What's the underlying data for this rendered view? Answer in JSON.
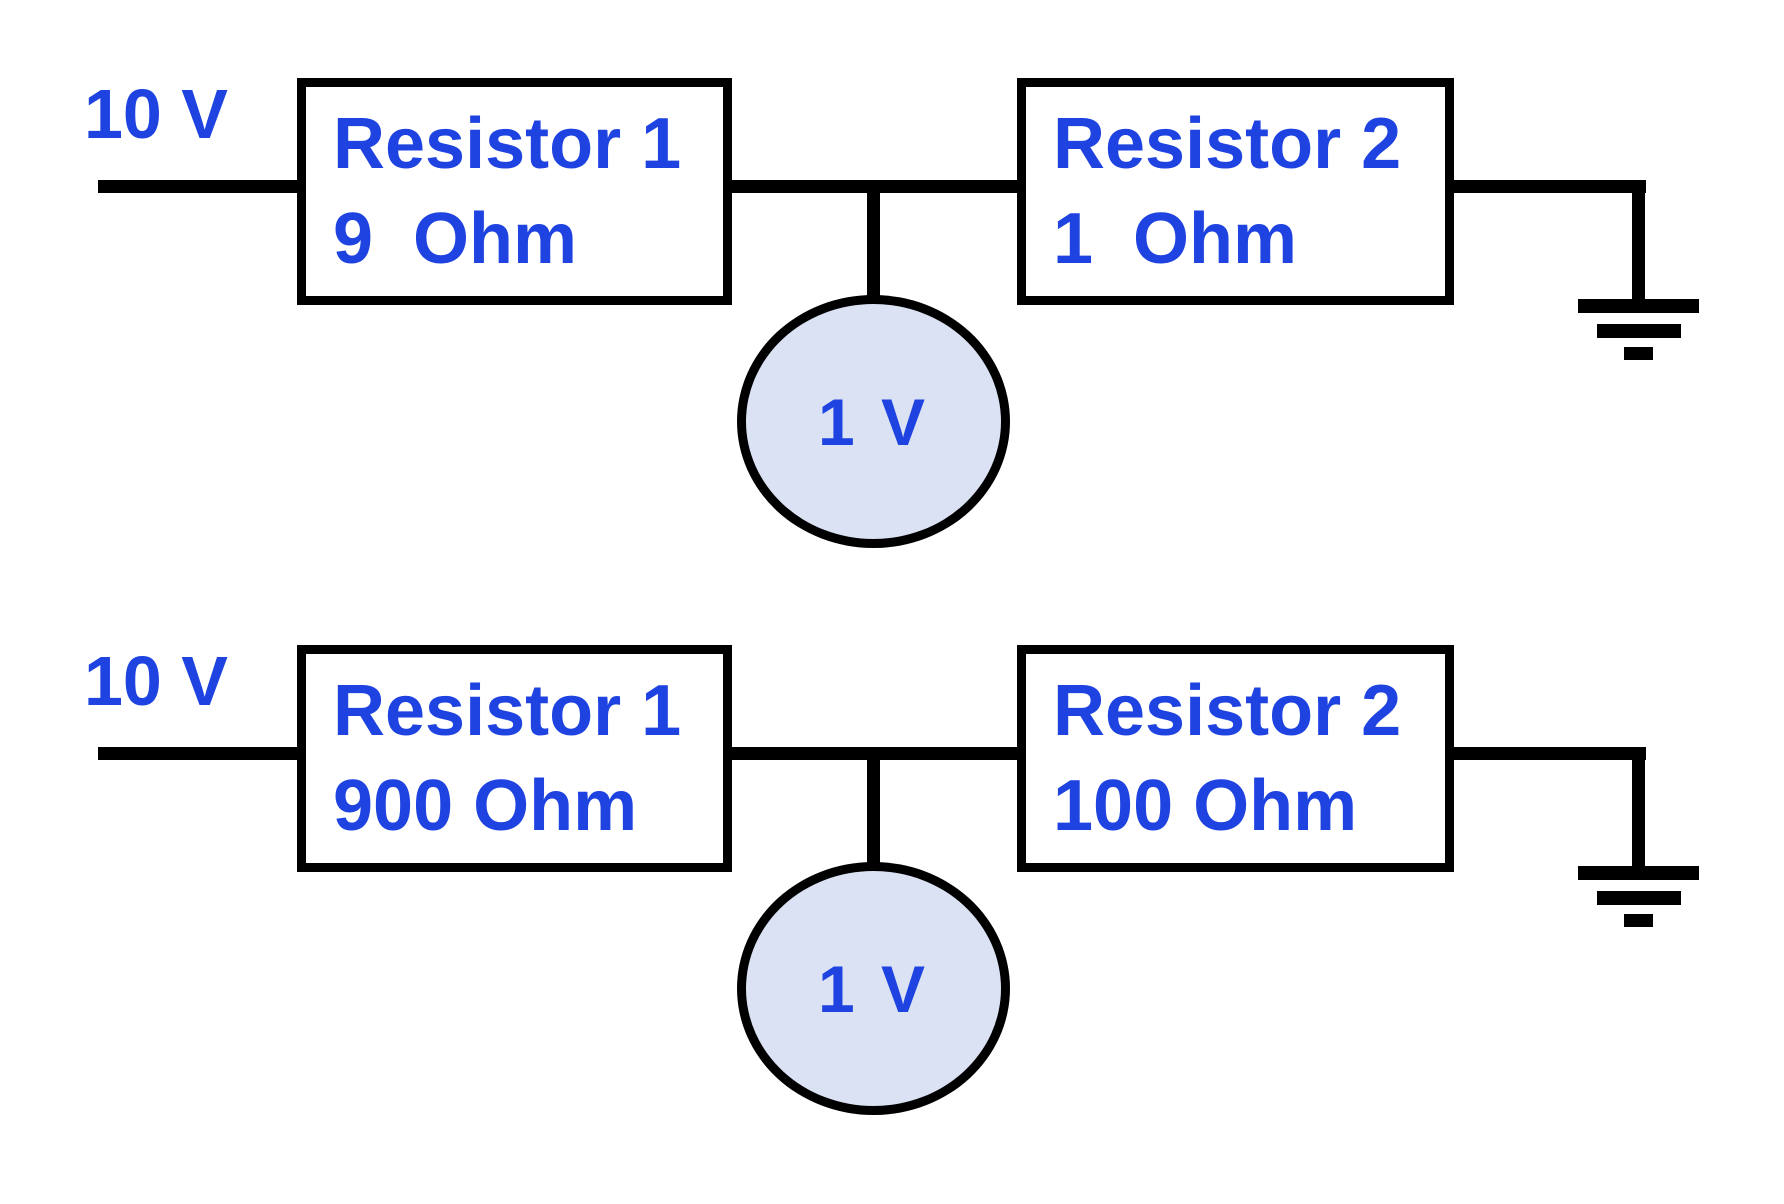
{
  "colors": {
    "label_blue": "#1e43e0",
    "wire_black": "#000000",
    "node_fill": "#dae2f3"
  },
  "circuits": [
    {
      "source_label": "10 V",
      "resistor1": {
        "name": "Resistor 1",
        "value": "9  Ohm"
      },
      "resistor2": {
        "name": "Resistor 2",
        "value": "1  Ohm"
      },
      "node_label": "1 V"
    },
    {
      "source_label": "10 V",
      "resistor1": {
        "name": "Resistor 1",
        "value": "900 Ohm"
      },
      "resistor2": {
        "name": "Resistor 2",
        "value": "100 Ohm"
      },
      "node_label": "1 V"
    }
  ]
}
